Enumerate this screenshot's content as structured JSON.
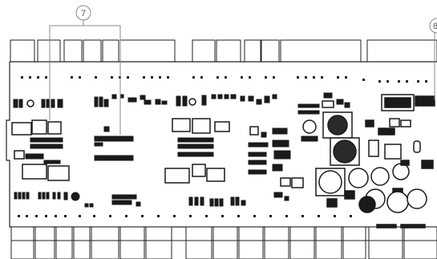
{
  "callouts": [
    {
      "id": "callout-7",
      "label": "7"
    },
    {
      "id": "callout-8",
      "label": "8"
    }
  ],
  "colors": {
    "background": "#ffffff",
    "outline": "#222222",
    "component_fill": "#1a1a1a",
    "callout_line": "#888888"
  }
}
